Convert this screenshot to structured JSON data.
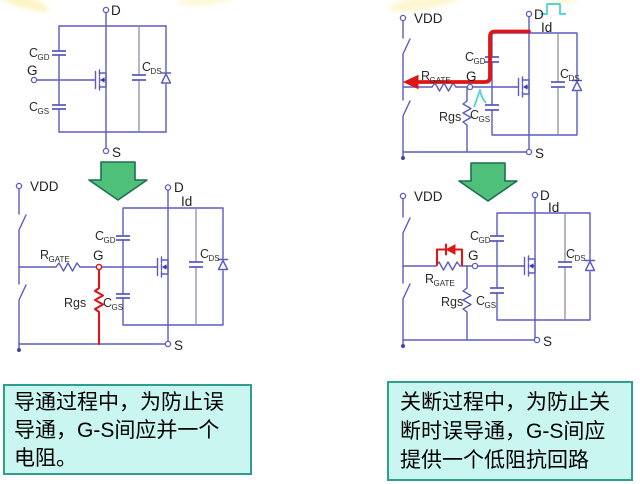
{
  "slide": {
    "description": "MOSFET gate-drive parasitic capacitance slide with four circuit diagrams and two notes"
  },
  "colors": {
    "wire": "#5b5bc0",
    "highlight_red": "#de1616",
    "waveform_cyan": "#55d5d5",
    "arrow_green_fill": "#4ec07a",
    "arrow_green_stroke": "#1d6f4d",
    "note_background": "#c9f6f0",
    "note_border": "#2f9e8e",
    "label_color": "#2b2b2b"
  },
  "labels": {
    "vdd": "VDD",
    "d": "D",
    "s": "S",
    "g": "G",
    "id": "Id",
    "c": "C",
    "sub_gd": "GD",
    "sub_gs": "GS",
    "sub_ds": "DS",
    "r": "R",
    "sub_gate": "GATE",
    "rgs": "Rgs"
  },
  "notes": {
    "left": {
      "lines": [
        "导通过程中，为防止误",
        "导通，G-S间应并一个",
        "电阻。"
      ]
    },
    "right": {
      "lines": [
        "关断过程中，为防止关",
        "断时误导通，G-S间应",
        "提供一个低阻抗回路"
      ]
    }
  }
}
